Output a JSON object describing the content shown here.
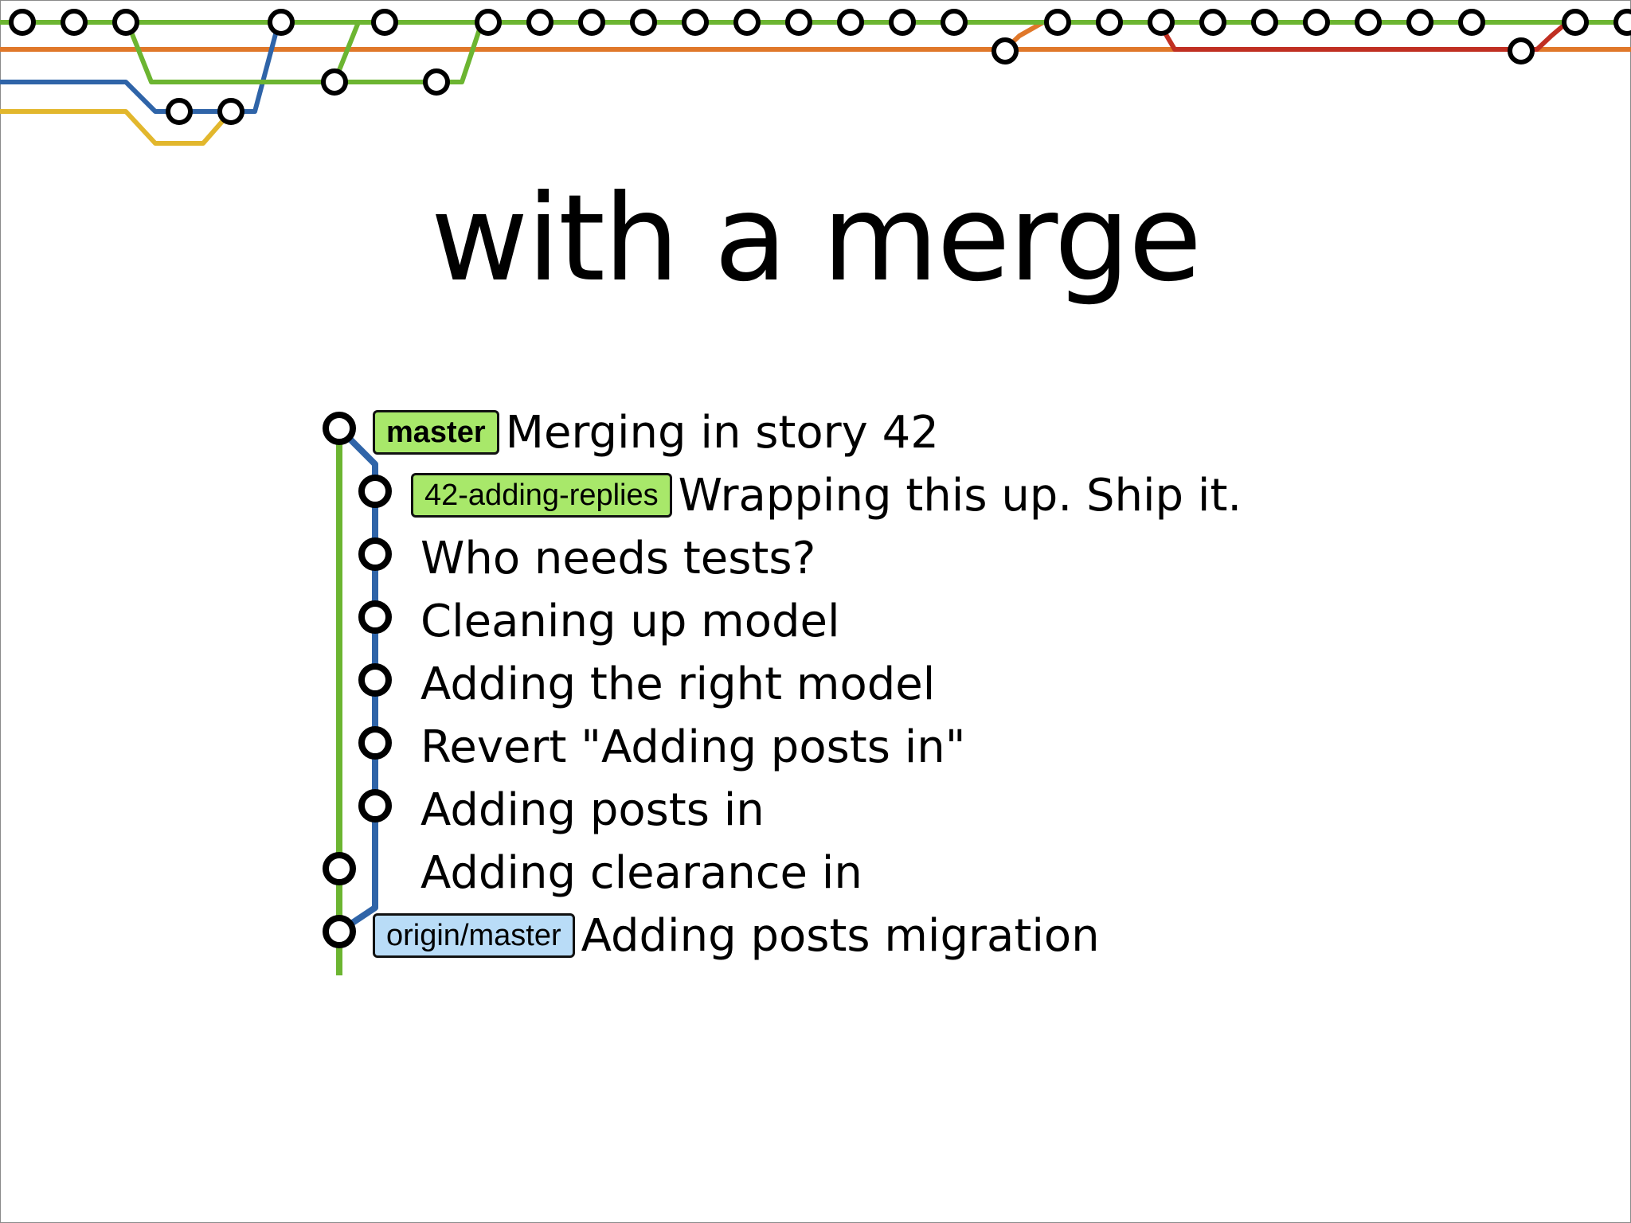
{
  "slide": {
    "title": "with a merge"
  },
  "colors": {
    "banner_green": "#6cb531",
    "banner_orange": "#e0782a",
    "banner_blue": "#2f64a8",
    "banner_yellow": "#e2b72d",
    "banner_red": "#c02f22",
    "graph_master_line": "#6cb531",
    "graph_branch_line": "#2f64a8",
    "local_ref_badge": "#a8e86a",
    "remote_ref_badge": "#b9dcf7"
  },
  "commit_graph": {
    "commits": [
      {
        "message": "Merging in story 42",
        "refs": [
          {
            "label": "master",
            "kind": "local"
          }
        ],
        "lane": "master"
      },
      {
        "message": "Wrapping this up. Ship it.",
        "refs": [
          {
            "label": "42-adding-replies",
            "kind": "local"
          }
        ],
        "lane": "branch"
      },
      {
        "message": "Who needs tests?",
        "refs": [],
        "lane": "branch"
      },
      {
        "message": "Cleaning up model",
        "refs": [],
        "lane": "branch"
      },
      {
        "message": "Adding the right model",
        "refs": [],
        "lane": "branch"
      },
      {
        "message": "Revert \"Adding posts in\"",
        "refs": [],
        "lane": "branch"
      },
      {
        "message": "Adding posts in",
        "refs": [],
        "lane": "branch"
      },
      {
        "message": "Adding clearance in",
        "refs": [],
        "lane": "master"
      },
      {
        "message": "Adding posts migration",
        "refs": [
          {
            "label": "origin/master",
            "kind": "remote"
          }
        ],
        "lane": "master"
      }
    ]
  }
}
